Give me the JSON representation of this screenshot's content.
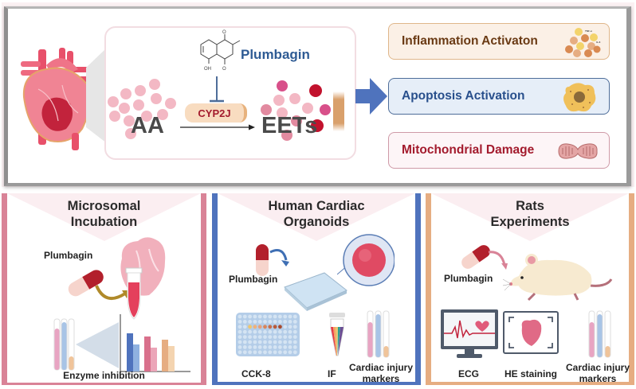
{
  "mechanism": {
    "drug_name": "Plumbagin",
    "structure_labels": {
      "oh": "OH",
      "o_top": "O",
      "o_bottom": "O"
    },
    "substrate": "AA",
    "enzyme": "CYP2J",
    "product": "EETs"
  },
  "outcomes": [
    {
      "label": "Inflammation Activaton",
      "icon": "cytokine-cluster-icon",
      "mini_labels": [
        "TNF-α",
        "IL-6"
      ],
      "color": "#6a3a14"
    },
    {
      "label": "Apoptosis Activation",
      "icon": "apoptotic-cell-icon",
      "color": "#284f8c"
    },
    {
      "label": "Mitochondrial Damage",
      "icon": "mitochondrion-icon",
      "color": "#a31b2d"
    }
  ],
  "panels": {
    "microsomal": {
      "title_line1": "Microsomal",
      "title_line2": "Incubation",
      "drug_label": "Plumbagin",
      "result_label": "Enzyme inhibition",
      "accent": "#d98397"
    },
    "organoids": {
      "title_line1": "Human Cardiac",
      "title_line2": "Organoids",
      "drug_label": "Plumbagin",
      "assays": [
        "CCK-8",
        "IF",
        "Cardiac injury markers"
      ],
      "assay_marker_line1": "Cardiac injury",
      "assay_marker_line2": "markers",
      "accent": "#4f73bd"
    },
    "rats": {
      "title_line1": "Rats",
      "title_line2": "Experiments",
      "drug_label": "Plumbagin",
      "assays": [
        "ECG",
        "HE staining",
        "Cardiac injury markers"
      ],
      "assay_marker_line1": "Cardiac injury",
      "assay_marker_line2": "markers",
      "accent": "#e6ad82"
    }
  }
}
